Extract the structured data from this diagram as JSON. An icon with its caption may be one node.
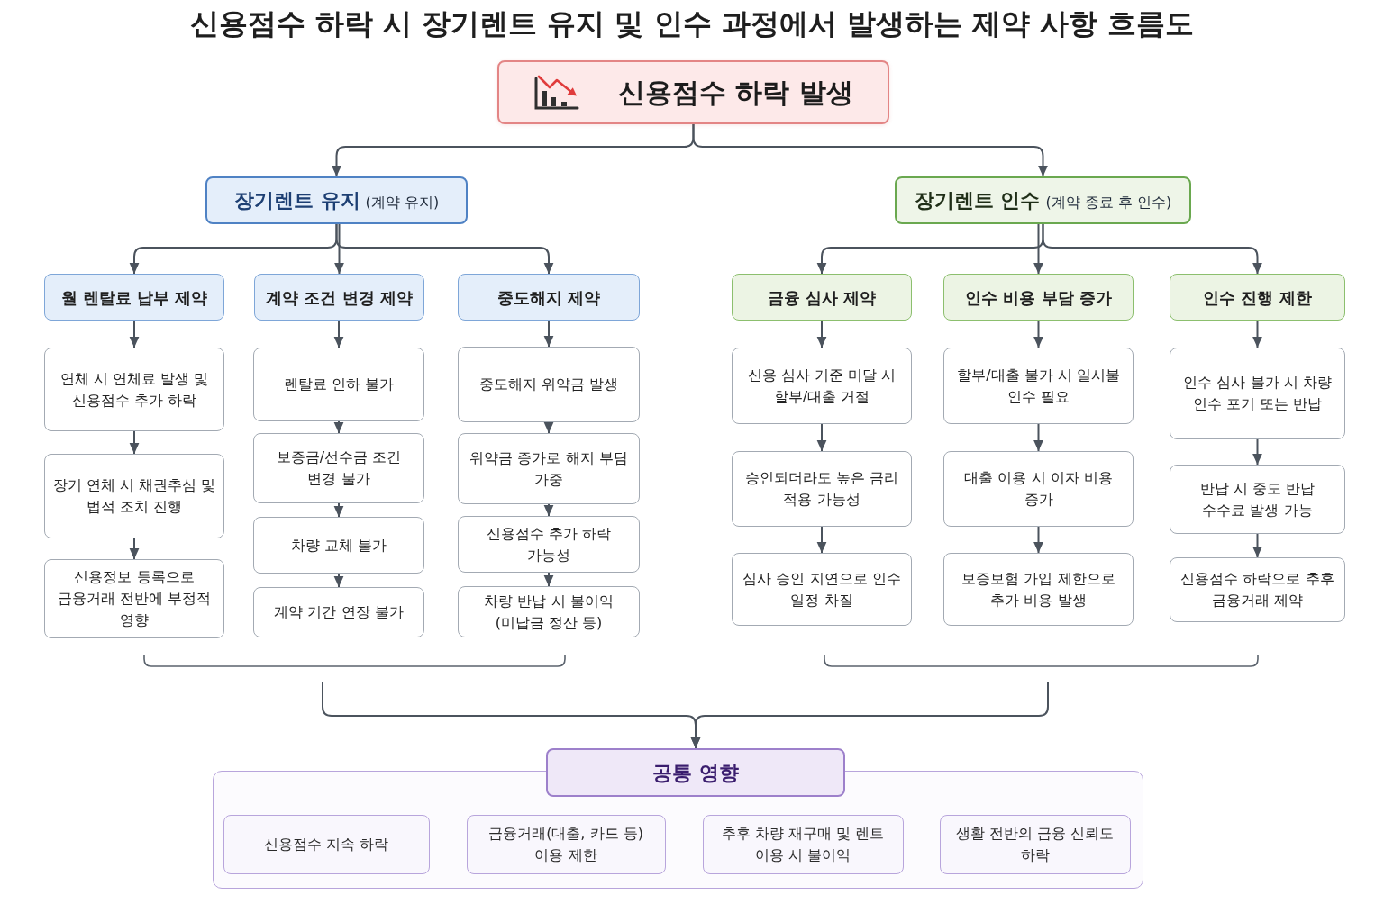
{
  "diagram": {
    "title": "신용점수 하락 시 장기렌트 유지 및 인수 과정에서 발생하는 제약 사항 흐름도",
    "nodes": [
      {
        "text": [
          "신용점수 하락 발생"
        ]
      },
      {
        "text": [
          "장기렌트 유지",
          "(계약 유지)"
        ]
      },
      {
        "text": [
          "장기렌트 인수",
          "(계약 종료 후 인수)"
        ]
      },
      {
        "text": [
          "월 렌탈료 납부 제약"
        ]
      },
      {
        "text": [
          "계약 조건 변경 제약"
        ]
      },
      {
        "text": [
          "중도해지 제약"
        ]
      },
      {
        "text": [
          "금융 심사 제약"
        ]
      },
      {
        "text": [
          "인수 비용 부담 증가"
        ]
      },
      {
        "text": [
          "인수 진행 제한"
        ]
      },
      {
        "text": [
          "연체 시 연체료 발생 및 신용점수 추가 하락"
        ]
      },
      {
        "text": [
          "장기 연체 시 채권추심 및 법적 조치 진행"
        ]
      },
      {
        "text": [
          "신용정보 등록으로 금융거래 전반에 부정적 영향"
        ]
      },
      {
        "text": [
          "렌탈료 인하 불가"
        ]
      },
      {
        "text": [
          "보증금/선수금 조건 변경 불가"
        ]
      },
      {
        "text": [
          "차량 교체 불가"
        ]
      },
      {
        "text": [
          "계약 기간 연장 불가"
        ]
      },
      {
        "text": [
          "중도해지 위약금 발생"
        ]
      },
      {
        "text": [
          "위약금 증가로 해지 부담 가중"
        ]
      },
      {
        "text": [
          "신용점수 추가 하락 가능성"
        ]
      },
      {
        "text": [
          "차량 반납 시 불이익 (미납금 정산 등)"
        ]
      },
      {
        "text": [
          "신용 심사 기준 미달 시 할부/대출 거절"
        ]
      },
      {
        "text": [
          "승인되더라도 높은 금리 적용 가능성"
        ]
      },
      {
        "text": [
          "심사 승인 지연으로 인수 일정 차질"
        ]
      },
      {
        "text": [
          "할부/대출 불가 시 일시불 인수 필요"
        ]
      },
      {
        "text": [
          "대출 이용 시 이자 비용 증가"
        ]
      },
      {
        "text": [
          "보증보험 가입 제한으로 추가 비용 발생"
        ]
      },
      {
        "text": [
          "인수 심사 불가 시 차량 인수 포기 또는 반납"
        ]
      },
      {
        "text": [
          "반납 시 중도 반납 수수료 발생 가능"
        ]
      },
      {
        "text": [
          "신용점수 하락으로 추후 금융거래 제약"
        ]
      },
      {
        "text": [
          "공통 영향"
        ]
      },
      {
        "text": [],
        "shape": "box"
      },
      {
        "text": [
          "신용점수 지속 하락"
        ],
        "in": 30
      },
      {
        "text": [
          "금융거래(대출, 카드 등) 이용 제한"
        ],
        "in": 30
      },
      {
        "text": [
          "추후 차량 재구매 및 렌트 이용 시 불이익"
        ],
        "in": 30
      },
      {
        "text": [
          "생활 전반의 금융 신뢰도 하락"
        ],
        "in": 30
      }
    ],
    "edges": [
      {
        "from": 0,
        "to": 1,
        "arrow": "to"
      },
      {
        "from": 0,
        "to": 2,
        "arrow": "to"
      },
      {
        "from": 1,
        "to": 3,
        "arrow": "to"
      },
      {
        "from": 1,
        "to": 4,
        "arrow": "to"
      },
      {
        "from": 1,
        "to": 5,
        "arrow": "to"
      },
      {
        "from": 2,
        "to": 6,
        "arrow": "to"
      },
      {
        "from": 2,
        "to": 7,
        "arrow": "to"
      },
      {
        "from": 2,
        "to": 8,
        "arrow": "to"
      },
      {
        "from": 3,
        "to": 9,
        "arrow": "to"
      },
      {
        "from": 9,
        "to": 10,
        "arrow": "to"
      },
      {
        "from": 10,
        "to": 11,
        "arrow": "to"
      },
      {
        "from": 4,
        "to": 12,
        "arrow": "to"
      },
      {
        "from": 12,
        "to": 13,
        "arrow": "to"
      },
      {
        "from": 13,
        "to": 14,
        "arrow": "to"
      },
      {
        "from": 14,
        "to": 15,
        "arrow": "to"
      },
      {
        "from": 5,
        "to": 16,
        "arrow": "to"
      },
      {
        "from": 16,
        "to": 17,
        "arrow": "to"
      },
      {
        "from": 17,
        "to": 18,
        "arrow": "to"
      },
      {
        "from": 18,
        "to": 19,
        "arrow": "to"
      },
      {
        "from": 6,
        "to": 20,
        "arrow": "to"
      },
      {
        "from": 20,
        "to": 21,
        "arrow": "to"
      },
      {
        "from": 21,
        "to": 22,
        "arrow": "to"
      },
      {
        "from": 7,
        "to": 23,
        "arrow": "to"
      },
      {
        "from": 23,
        "to": 24,
        "arrow": "to"
      },
      {
        "from": 24,
        "to": 25,
        "arrow": "to"
      },
      {
        "from": 8,
        "to": 26,
        "arrow": "to"
      },
      {
        "from": 26,
        "to": 27,
        "arrow": "to"
      },
      {
        "from": 27,
        "to": 28,
        "arrow": "to"
      },
      {
        "from": null,
        "to": 29,
        "arrow": "to"
      },
      {
        "from": null,
        "to": 29,
        "arrow": "to"
      }
    ]
  }
}
